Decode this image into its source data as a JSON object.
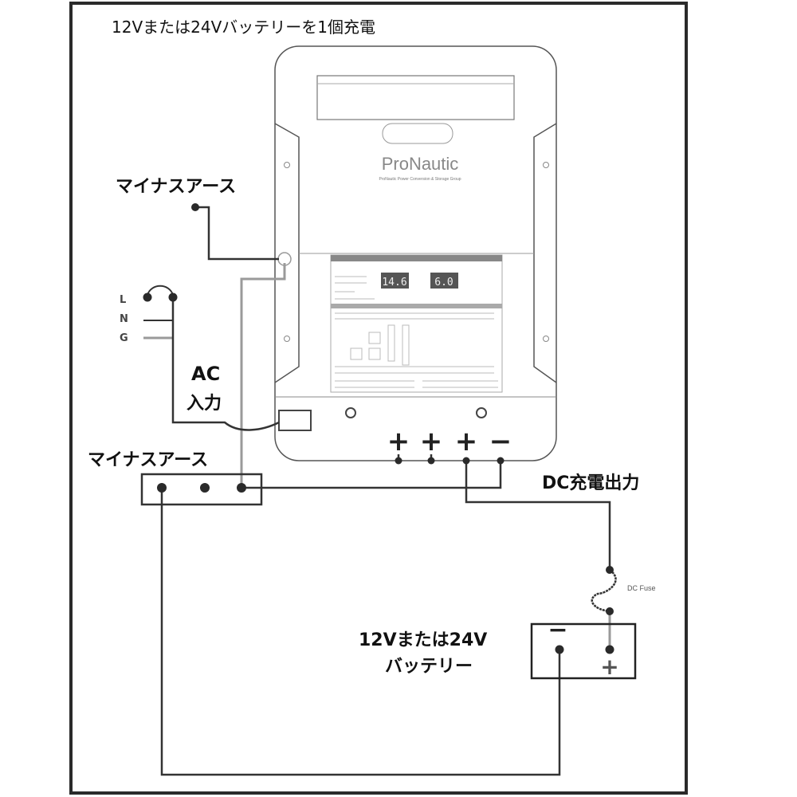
{
  "title": "12Vまたは24Vバッテリーを1個充電",
  "labels": {
    "minus_earth_top": "マイナスアース",
    "minus_earth_bus": "マイナスアース",
    "ac_line1": "AC",
    "ac_line2": "入力",
    "dc_output": "DC充電出力",
    "battery_line1": "12Vまたは24V",
    "battery_line2": "バッテリー",
    "dc_fuse": "DC Fuse",
    "ac_l": "L",
    "ac_n": "N",
    "ac_g": "G"
  },
  "charger": {
    "brand": "ProNautic",
    "tagline": "ProNautic Power Conversion & Storage Group",
    "display_voltage": "14.6",
    "display_current": "6.0",
    "terminal_signs": [
      "+",
      "+",
      "+",
      "−"
    ]
  },
  "battery": {
    "minus_sign": "−",
    "plus_sign": "+"
  },
  "colors": {
    "wire": "#333333",
    "ground_wire": "#9a9a9a",
    "frame": "#2a2a2a"
  }
}
